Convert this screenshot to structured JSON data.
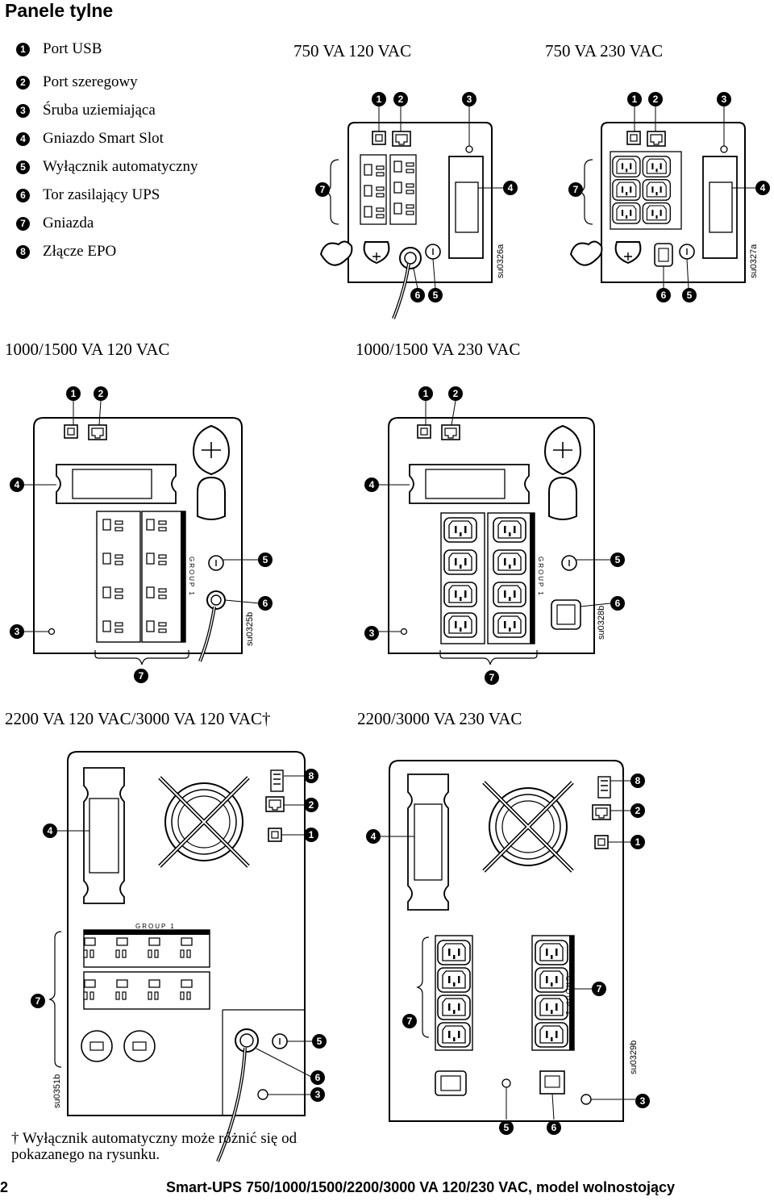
{
  "title": "Panele tylne",
  "legend": [
    {
      "num": "1",
      "label": "Port USB"
    },
    {
      "num": "2",
      "label": "Port szeregowy"
    },
    {
      "num": "3",
      "label": "Śruba uziemiająca"
    },
    {
      "num": "4",
      "label": "Gniazdo Smart Slot"
    },
    {
      "num": "5",
      "label": "Wyłącznik automatyczny"
    },
    {
      "num": "6",
      "label": "Tor zasilający UPS"
    },
    {
      "num": "7",
      "label": "Gniazda"
    },
    {
      "num": "8",
      "label": "Złącze EPO"
    }
  ],
  "panels": [
    {
      "caption": "750 VA 120 VAC",
      "code": "su0326a"
    },
    {
      "caption": "750 VA 230 VAC",
      "code": "su0327a"
    },
    {
      "caption": "1000/1500 VA 120 VAC",
      "code": "su0325b"
    },
    {
      "caption": "1000/1500 VA 230 VAC",
      "code": "su0328b"
    },
    {
      "caption": "2200 VA 120 VAC/3000 VA 120 VAC†",
      "code": "su0351b"
    },
    {
      "caption": "2200/3000 VA 230 VAC",
      "code": "su0329b"
    }
  ],
  "group_label": "GROUP 1",
  "footnote": "†  Wyłącznik automatyczny może różnić się od pokazanego na rysunku.",
  "footer": {
    "page": "2",
    "doc_title": "Smart-UPS 750/1000/1500/2200/3000 VA 120/230 VAC, model wolnostojący"
  }
}
